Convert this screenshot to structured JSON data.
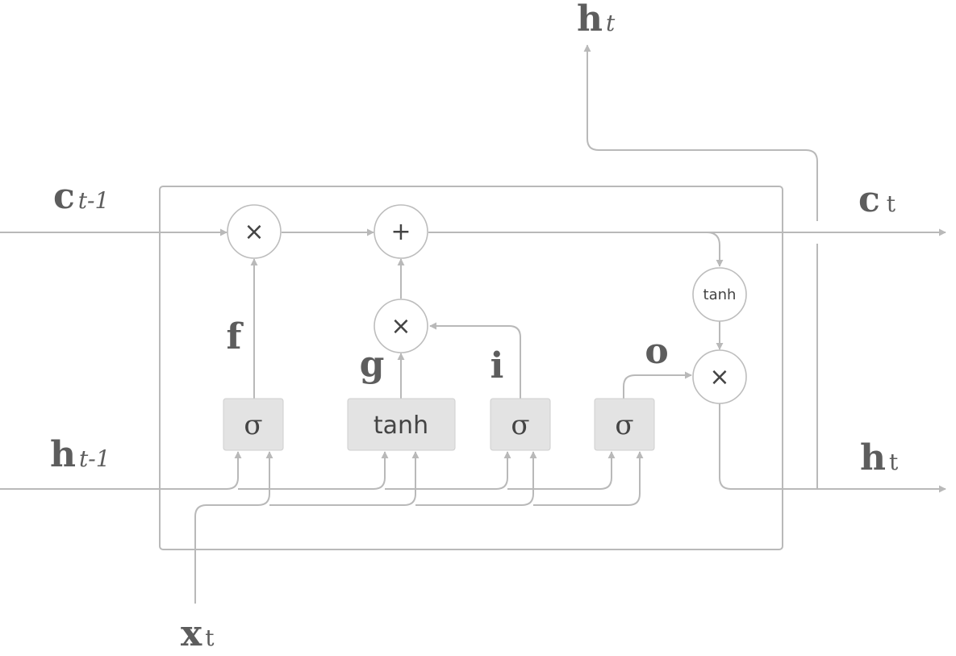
{
  "inputs": {
    "c_prev": {
      "main": "c",
      "sub": "t-1"
    },
    "h_prev": {
      "main": "h",
      "sub": "t-1"
    },
    "x": {
      "main": "x",
      "sub": "t"
    }
  },
  "outputs": {
    "c": {
      "main": "c",
      "sub": "t"
    },
    "h_right": {
      "main": "h",
      "sub": "t"
    },
    "h_top": {
      "main": "h",
      "sub": "t"
    }
  },
  "gate_labels": {
    "f": "f",
    "g": "g",
    "i": "i",
    "o": "o"
  },
  "gates": {
    "forget": "σ",
    "candidate": "tanh",
    "input": "σ",
    "output": "σ"
  },
  "ops": {
    "forget_mult": "×",
    "cell_add": "+",
    "input_mult": "×",
    "cell_tanh": "tanh",
    "output_mult": "×"
  }
}
